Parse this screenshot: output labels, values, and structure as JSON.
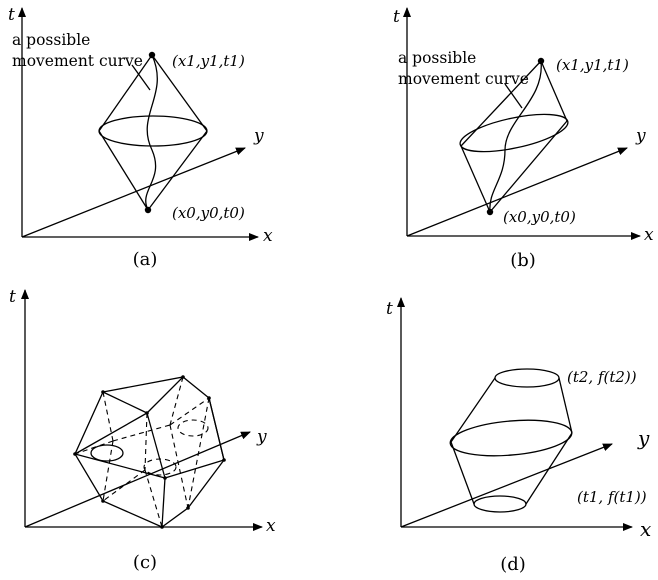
{
  "panels": {
    "a": {
      "caption": "(a)",
      "axis_t": "t",
      "axis_x": "x",
      "axis_y": "y",
      "annotation_line1": "a possible",
      "annotation_line2": "movement curve",
      "top_point": "(x1,y1,t1)",
      "bottom_point": "(x0,y0,t0)"
    },
    "b": {
      "caption": "(b)",
      "axis_t": "t",
      "axis_x": "x",
      "axis_y": "y",
      "annotation_line1": "a possible",
      "annotation_line2": "movement curve",
      "top_point": "(x1,y1,t1)",
      "bottom_point": "(x0,y0,t0)"
    },
    "c": {
      "caption": "(c)",
      "axis_t": "t",
      "axis_x": "x",
      "axis_y": "y"
    },
    "d": {
      "caption": "(d)",
      "axis_t": "t",
      "axis_x": "x",
      "axis_y": "y",
      "top_label": "(t2, f(t2))",
      "bottom_label": "(t1, f(t1))"
    }
  }
}
